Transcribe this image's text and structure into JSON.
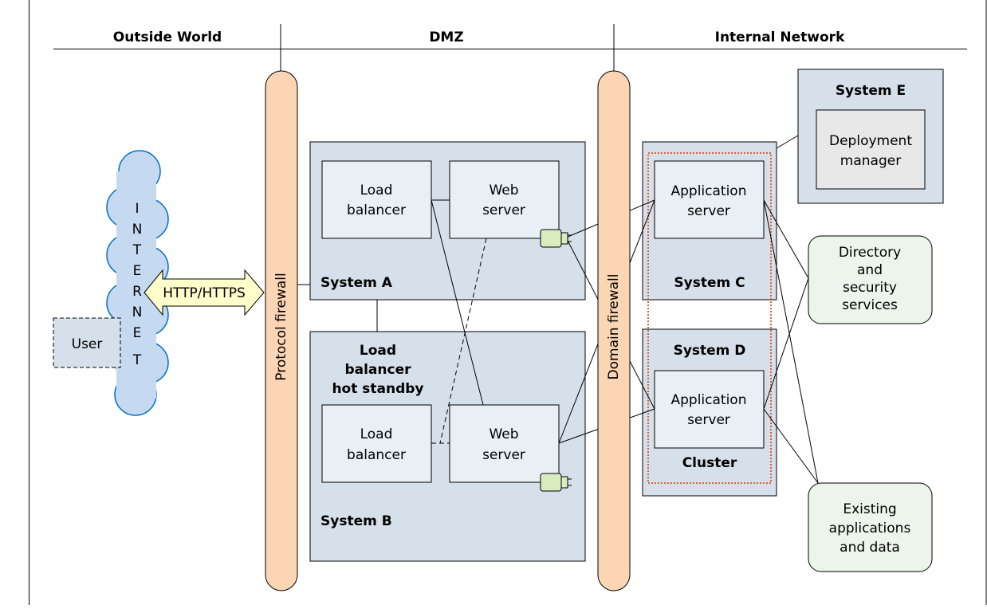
{
  "zones": {
    "outside": "Outside World",
    "dmz": "DMZ",
    "internal": "Internal Network"
  },
  "firewalls": {
    "protocol": "Protocol firewall",
    "domain": "Domain firewall"
  },
  "internet_letters": [
    "I",
    "N",
    "T",
    "E",
    "R",
    "N",
    "E",
    "T"
  ],
  "user": "User",
  "http_arrow": "HTTP/HTTPS",
  "system_a": {
    "title": "System A",
    "load_balancer": [
      "Load",
      "balancer"
    ],
    "web_server": [
      "Web",
      "server"
    ]
  },
  "system_b": {
    "title": "System B",
    "standby": [
      "Load",
      "balancer",
      "hot standby"
    ],
    "load_balancer": [
      "Load",
      "balancer"
    ],
    "web_server": [
      "Web",
      "server"
    ]
  },
  "system_c": {
    "title": "System C",
    "app_server": [
      "Application",
      "server"
    ]
  },
  "system_d": {
    "title": "System D",
    "app_server": [
      "Application",
      "server"
    ],
    "cluster": "Cluster"
  },
  "system_e": {
    "title": "System E",
    "deployment_manager": [
      "Deployment",
      "manager"
    ]
  },
  "directory": [
    "Directory",
    "and",
    "security",
    "services"
  ],
  "existing": [
    "Existing",
    "applications",
    "and data"
  ],
  "colors": {
    "system_fill": "#d6e0ea",
    "inner_fill": "#e8eff5",
    "firewall_fill": "#fcd5b4",
    "service_fill": "#ebf5eb",
    "arrow_fill": "#ffffcc",
    "cluster_border": "#e06030",
    "plugin_fill": "#d8ecc0"
  }
}
